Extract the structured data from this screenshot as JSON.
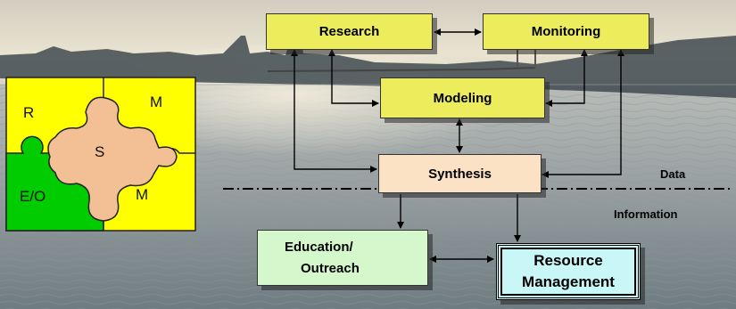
{
  "boxes": {
    "research": "Research",
    "monitoring": "Monitoring",
    "modeling": "Modeling",
    "synthesis": "Synthesis",
    "education_line1": "Education/",
    "education_line2": "Outreach",
    "resource_line1": "Resource",
    "resource_line2": "Management"
  },
  "labels": {
    "data": "Data",
    "information": "Information"
  },
  "puzzle": {
    "r": "R",
    "m_top": "M",
    "s": "S",
    "e_o": "E/O",
    "m_bottom": "M"
  },
  "colors": {
    "box_yellow": "#ecec5c",
    "synthesis_fill": "#fbe2c4",
    "education_fill": "#d4f7cc",
    "resource_fill": "#c9f6f6",
    "puzzle_yellow": "#ffff00",
    "puzzle_green": "#00cc00",
    "puzzle_center": "#f3bf95"
  }
}
